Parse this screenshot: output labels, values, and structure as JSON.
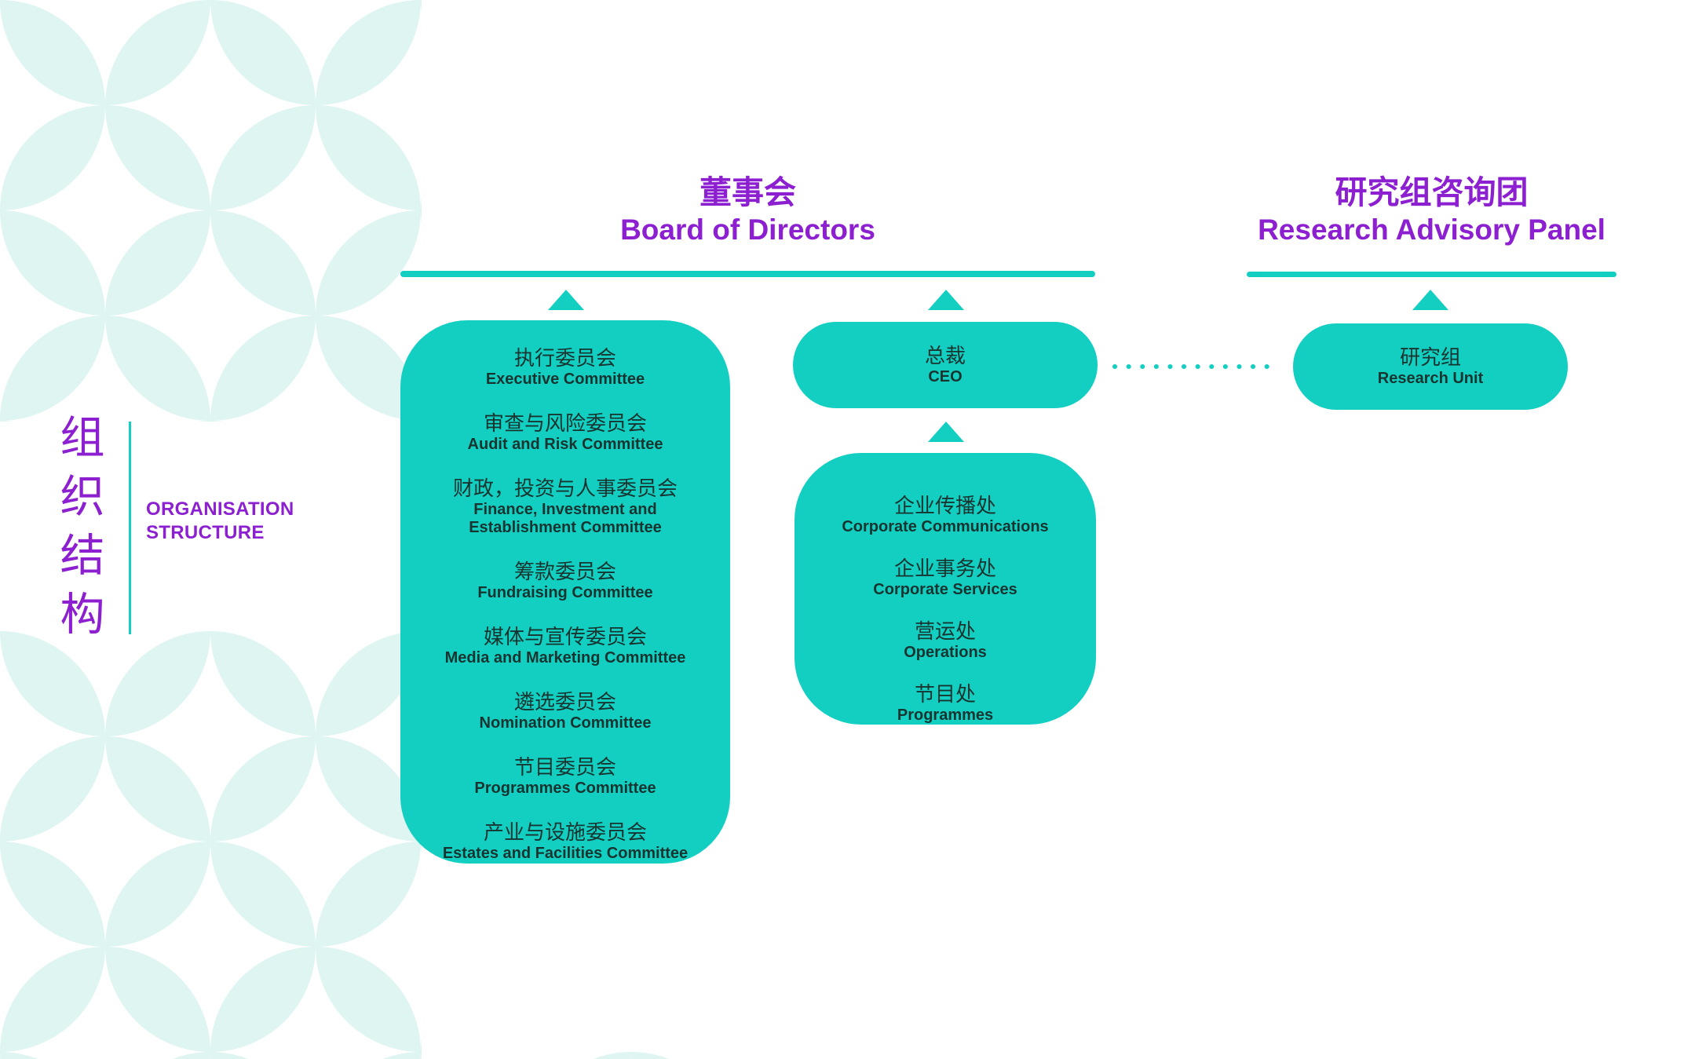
{
  "sidebar": {
    "title_zh": "组织结构",
    "title_en": "ORGANISATION\nSTRUCTURE"
  },
  "board": {
    "title_zh": "董事会",
    "title_en": "Board of Directors",
    "committees": [
      {
        "zh": "执行委员会",
        "en": "Executive Committee"
      },
      {
        "zh": "审查与风险委员会",
        "en": "Audit and Risk Committee"
      },
      {
        "zh": "财政，投资与人事委员会",
        "en": "Finance, Investment and Establishment Committee"
      },
      {
        "zh": "筹款委员会",
        "en": "Fundraising Committee"
      },
      {
        "zh": "媒体与宣传委员会",
        "en": "Media and Marketing Committee"
      },
      {
        "zh": "遴选委员会",
        "en": "Nomination Committee"
      },
      {
        "zh": "节目委员会",
        "en": "Programmes Committee"
      },
      {
        "zh": "产业与设施委员会",
        "en": "Estates and Facilities Committee"
      }
    ]
  },
  "ceo": {
    "zh": "总裁",
    "en": "CEO"
  },
  "divisions": [
    {
      "zh": "企业传播处",
      "en": "Corporate Communications"
    },
    {
      "zh": "企业事务处",
      "en": "Corporate Services"
    },
    {
      "zh": "营运处",
      "en": "Operations"
    },
    {
      "zh": "节目处",
      "en": "Programmes"
    }
  ],
  "research": {
    "panel_title_zh": "研究组咨询团",
    "panel_title_en": "Research Advisory Panel",
    "unit_zh": "研究组",
    "unit_en": "Research Unit"
  },
  "colors": {
    "teal": "#13cfc1",
    "teal_light": "#def5f2",
    "purple": "#8c20d0",
    "text_dark": "#183430"
  }
}
